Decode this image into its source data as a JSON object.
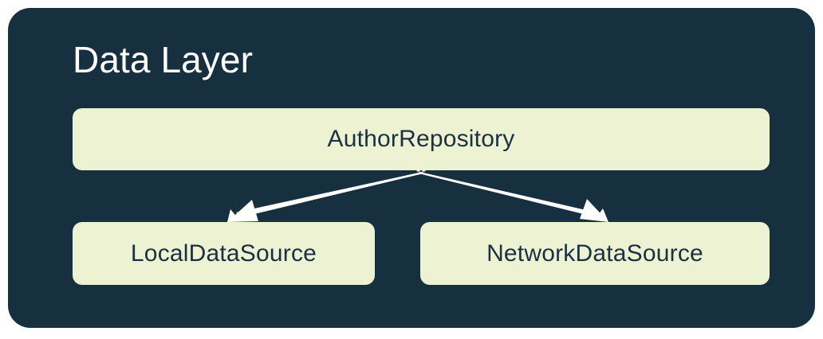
{
  "diagram": {
    "title": "Data Layer",
    "container_color": "#173040",
    "node_fill_color": "#EDF3D2",
    "node_text_color": "#1B3040",
    "title_color": "#FFFFFF",
    "arrow_color": "#FFFFFF",
    "canvas_background": "#FFFFFF",
    "nodes": [
      {
        "id": "author-repository",
        "label": "AuthorRepository"
      },
      {
        "id": "local-data-source",
        "label": "LocalDataSource"
      },
      {
        "id": "network-data-source",
        "label": "NetworkDataSource"
      }
    ],
    "edges": [
      {
        "from": "author-repository",
        "to": "local-data-source",
        "style": "arrow"
      },
      {
        "from": "author-repository",
        "to": "network-data-source",
        "style": "arrow"
      }
    ]
  }
}
